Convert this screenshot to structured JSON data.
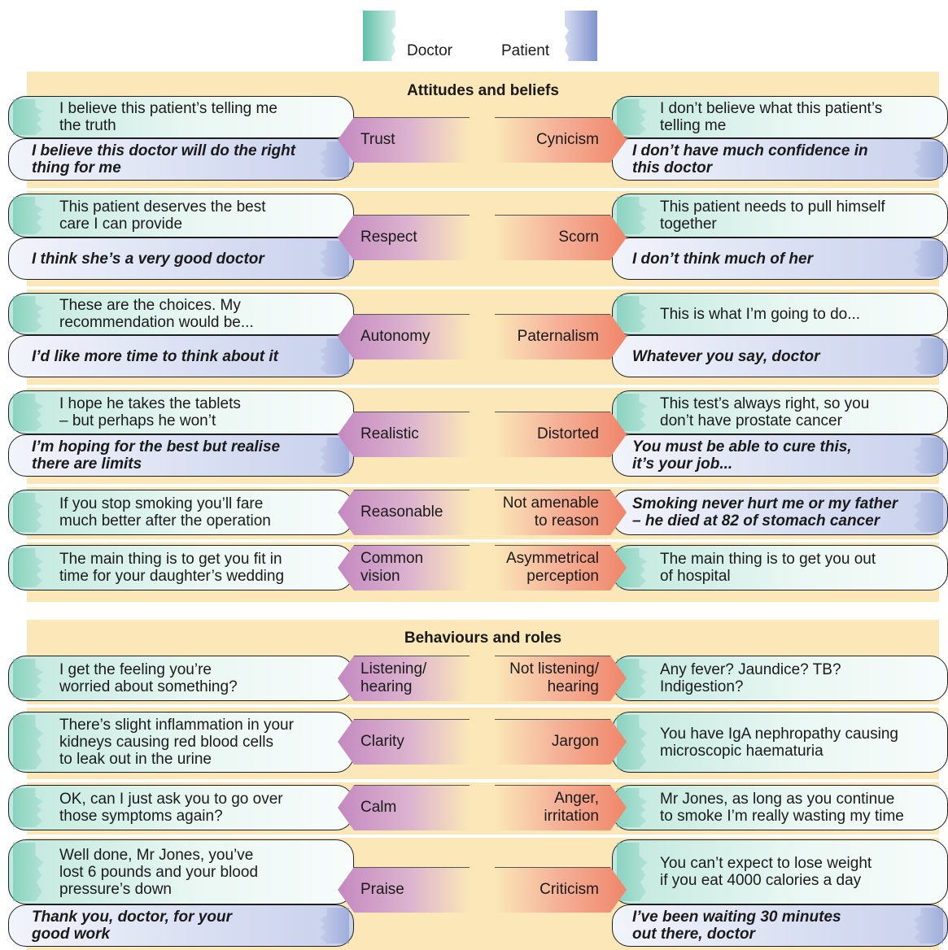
{
  "legend": {
    "doctor_label": "Doctor",
    "patient_label": "Patient"
  },
  "sections": [
    {
      "title": "Attitudes and beliefs",
      "rows": [
        {
          "left_tag": [
            "Trust"
          ],
          "right_tag": [
            "Cynicism"
          ],
          "left_doctor": [
            "I believe this patient’s telling me",
            "the truth"
          ],
          "left_patient": [
            "I believe this doctor will do the right",
            "thing for me"
          ],
          "right_doctor": [
            "I don’t believe what this patient’s",
            "telling me"
          ],
          "right_patient": [
            "I don’t have much confidence in",
            "this doctor"
          ]
        },
        {
          "left_tag": [
            "Respect"
          ],
          "right_tag": [
            "Scorn"
          ],
          "left_doctor": [
            "This patient deserves the best",
            "care I can provide"
          ],
          "left_patient": [
            "I think she’s a very good doctor"
          ],
          "right_doctor": [
            "This patient needs to pull himself",
            "together"
          ],
          "right_patient": [
            "I don’t think much of her"
          ]
        },
        {
          "left_tag": [
            "Autonomy"
          ],
          "right_tag": [
            "Paternalism"
          ],
          "left_doctor": [
            "These are the choices. My",
            "recommendation would be..."
          ],
          "left_patient": [
            "I’d like more time to think about it"
          ],
          "right_doctor": [
            "This is what I’m going to do..."
          ],
          "right_patient": [
            "Whatever you say, doctor"
          ]
        },
        {
          "left_tag": [
            "Realistic"
          ],
          "right_tag": [
            "Distorted"
          ],
          "left_doctor": [
            "I hope he takes the tablets",
            "– but perhaps he won’t"
          ],
          "left_patient": [
            "I’m hoping for the best but realise",
            "there are limits"
          ],
          "right_doctor": [
            "This test’s always right, so you",
            "don’t have prostate cancer"
          ],
          "right_patient": [
            "You must be able to cure this,",
            "it’s your job..."
          ]
        },
        {
          "left_tag": [
            "Reasonable"
          ],
          "right_tag": [
            "Not amenable",
            "to reason"
          ],
          "left_doctor": [
            "If you stop smoking you’ll fare",
            "much better after the operation"
          ],
          "right_patient": [
            "Smoking never hurt me or my father",
            "– he died at 82 of stomach cancer"
          ]
        },
        {
          "left_tag": [
            "Common",
            "vision"
          ],
          "right_tag": [
            "Asymmetrical",
            "perception"
          ],
          "left_doctor": [
            "The main thing is to get you fit in",
            "time for your daughter’s wedding"
          ],
          "right_doctor": [
            "The main thing is to get you out",
            "of hospital"
          ]
        }
      ]
    },
    {
      "title": "Behaviours and roles",
      "rows": [
        {
          "left_tag": [
            "Listening/",
            "hearing"
          ],
          "right_tag": [
            "Not listening/",
            "hearing"
          ],
          "left_doctor": [
            "I get the feeling you’re",
            "worried about something?"
          ],
          "right_doctor": [
            "Any fever? Jaundice? TB?",
            "Indigestion?"
          ]
        },
        {
          "left_tag": [
            "Clarity"
          ],
          "right_tag": [
            "Jargon"
          ],
          "left_doctor": [
            "There’s slight inflammation in your",
            "kidneys causing red blood cells",
            "to leak out in the urine"
          ],
          "right_doctor": [
            "You have IgA nephropathy causing",
            "microscopic haematuria"
          ]
        },
        {
          "left_tag": [
            "Calm"
          ],
          "right_tag": [
            "Anger,",
            "irritation"
          ],
          "left_doctor": [
            "OK, can I just ask you to go over",
            "those symptoms again?"
          ],
          "right_doctor": [
            "Mr Jones, as long as you continue",
            "to smoke I’m really wasting my time"
          ]
        },
        {
          "left_tag": [
            "Praise"
          ],
          "right_tag": [
            "Criticism"
          ],
          "left_doctor": [
            "Well done, Mr Jones, you’ve",
            "lost 6 pounds and your blood",
            "pressure’s down"
          ],
          "left_patient": [
            "Thank you, doctor, for your",
            "good work"
          ],
          "right_doctor": [
            "You can’t expect to lose weight",
            "if you eat 4000 calories a day"
          ],
          "right_patient": [
            "I’ve been waiting 30 minutes",
            "out there, doctor"
          ]
        }
      ]
    }
  ]
}
